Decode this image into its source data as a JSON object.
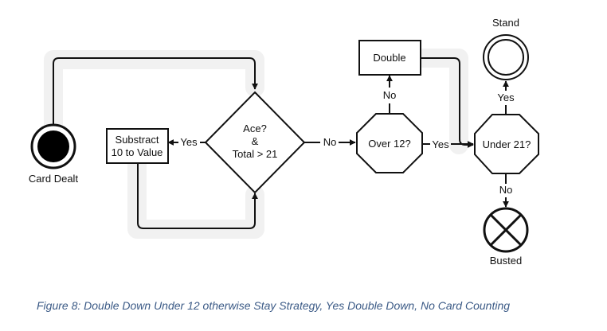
{
  "diagram": {
    "nodes": {
      "start": {
        "label": "Card Dealt"
      },
      "ace_check": {
        "line1": "Ace?",
        "line2": "&",
        "line3": "Total > 21"
      },
      "subtract": {
        "line1": "Substract",
        "line2": "10 to Value"
      },
      "over12": {
        "label": "Over 12?"
      },
      "double": {
        "label": "Double"
      },
      "under21": {
        "label": "Under 21?"
      },
      "stand": {
        "label": "Stand"
      },
      "busted": {
        "label": "Busted"
      }
    },
    "edges": {
      "ace_yes": "Yes",
      "ace_no": "No",
      "over12_no": "No",
      "over12_yes": "Yes",
      "under21_yes": "Yes",
      "under21_no": "No"
    }
  },
  "caption": "Figure 8: Double Down Under 12 otherwise Stay Strategy, Yes Double Down, No Card Counting"
}
